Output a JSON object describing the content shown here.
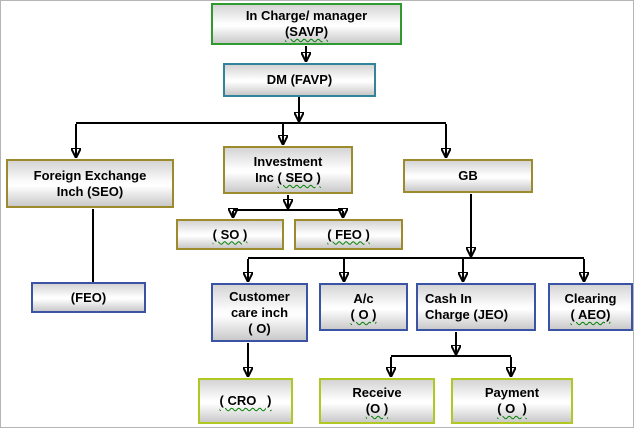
{
  "diagram": {
    "type": "org-chart",
    "nodes": {
      "savp": {
        "line1": "In Charge/ manager",
        "line2": "(SAVP)"
      },
      "dm": {
        "line1": "DM (FAVP)"
      },
      "fx": {
        "line1": "Foreign Exchange",
        "line2": "Inch (SEO)"
      },
      "inv": {
        "line1": "Investment",
        "line2_plain": "Inc ",
        "line2_wavy": "( SEO )"
      },
      "gb": {
        "line1": "GB"
      },
      "so": {
        "line1": "( SO )"
      },
      "feo_inv": {
        "line1": "( FEO )"
      },
      "feo_fx": {
        "line1": "(FEO)"
      },
      "customer": {
        "line1": "Customer",
        "line2": "care inch",
        "line3": "( O)"
      },
      "ac": {
        "line1": "A/c",
        "line2": "( O )"
      },
      "cash": {
        "line1": "Cash In",
        "line2": "Charge (JEO)"
      },
      "clearing": {
        "line1": "Clearing",
        "line2": "( AEO)"
      },
      "cro": {
        "line1": "( CRO   )"
      },
      "receive": {
        "line1": "Receive",
        "line2": "(O )"
      },
      "payment": {
        "line1": "Payment",
        "line2": "( O  )"
      }
    },
    "edges": [
      {
        "from": "savp",
        "to": "dm",
        "arrow": true
      },
      {
        "from": "dm",
        "to": "fx",
        "arrow": true
      },
      {
        "from": "dm",
        "to": "inv",
        "arrow": true
      },
      {
        "from": "dm",
        "to": "gb",
        "arrow": true
      },
      {
        "from": "fx",
        "to": "feo_fx",
        "arrow": false
      },
      {
        "from": "inv",
        "to": "so",
        "arrow": true
      },
      {
        "from": "inv",
        "to": "feo_inv",
        "arrow": true
      },
      {
        "from": "gb",
        "to": "customer",
        "arrow": true
      },
      {
        "from": "gb",
        "to": "ac",
        "arrow": true
      },
      {
        "from": "gb",
        "to": "cash",
        "arrow": true
      },
      {
        "from": "gb",
        "to": "clearing",
        "arrow": true
      },
      {
        "from": "customer",
        "to": "cro",
        "arrow": true
      },
      {
        "from": "cash",
        "to": "receive",
        "arrow": true
      },
      {
        "from": "cash",
        "to": "payment",
        "arrow": true
      }
    ],
    "colors": {
      "border_green": "#2f9a2f",
      "border_teal": "#31849b",
      "border_olive": "#9d8a2d",
      "border_blue": "#3a53a5",
      "border_yellowgreen": "#b2c822",
      "connector": "#000000",
      "spellcheck_squiggle": "#008000",
      "node_fill_top": "#d4d4d4",
      "node_fill_bottom": "#c9c9c9"
    }
  }
}
